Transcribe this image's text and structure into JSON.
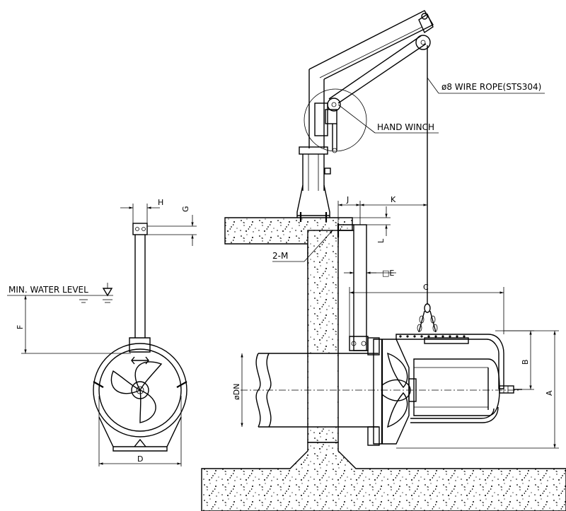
{
  "labels": {
    "wire_rope": "ø8 WIRE ROPE(STS304)",
    "hand_winch": "HAND WINCH",
    "anchor": "2-M",
    "min_water_level": "MIN. WATER LEVEL",
    "dn": "øDN",
    "square_e": "□E"
  },
  "dimensions": {
    "h": "H",
    "g": "G",
    "f": "F",
    "d": "D",
    "j": "J",
    "k": "K",
    "l": "L",
    "c": "C",
    "b": "B",
    "a": "A"
  }
}
